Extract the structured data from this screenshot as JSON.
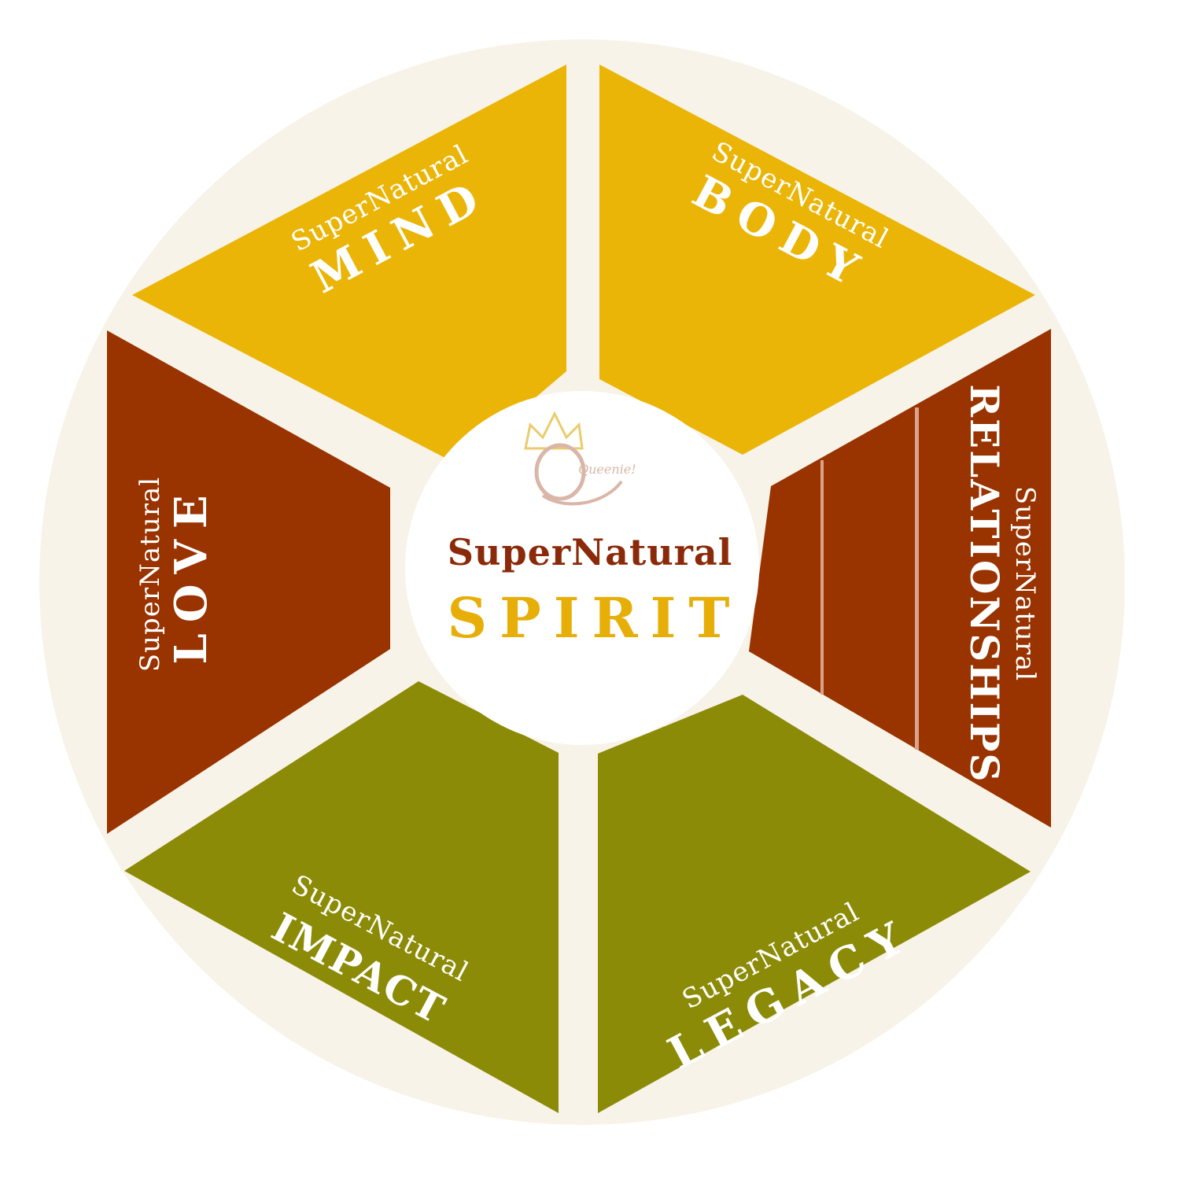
{
  "colors": {
    "ring": "#F8F3E8",
    "gold": "#EAB507",
    "rust": "#993300",
    "olive": "#8B8B07",
    "center_bg": "#FFFFFF",
    "center_title": "#8B2A0A",
    "center_sub": "#E6AE07",
    "logo": "#D9B6A8",
    "crown": "#EBCB6B"
  },
  "center": {
    "logo_text": "Queenie!",
    "title": "SuperNatural",
    "subtitle": "SPIRIT"
  },
  "segments": [
    {
      "id": "mind",
      "small": "SuperNatural",
      "big": "MIND",
      "color": "gold"
    },
    {
      "id": "body",
      "small": "SuperNatural",
      "big": "BODY",
      "color": "gold"
    },
    {
      "id": "relationships",
      "small": "SuperNatural",
      "big": "RELATIONSHIPS",
      "color": "rust"
    },
    {
      "id": "legacy",
      "small": "SuperNatural",
      "big": "LEGACY",
      "color": "olive"
    },
    {
      "id": "impact",
      "small": "SuperNatural",
      "big": "IMPACT",
      "color": "olive"
    },
    {
      "id": "love",
      "small": "SuperNatural",
      "big": "LOVE",
      "color": "rust"
    }
  ]
}
